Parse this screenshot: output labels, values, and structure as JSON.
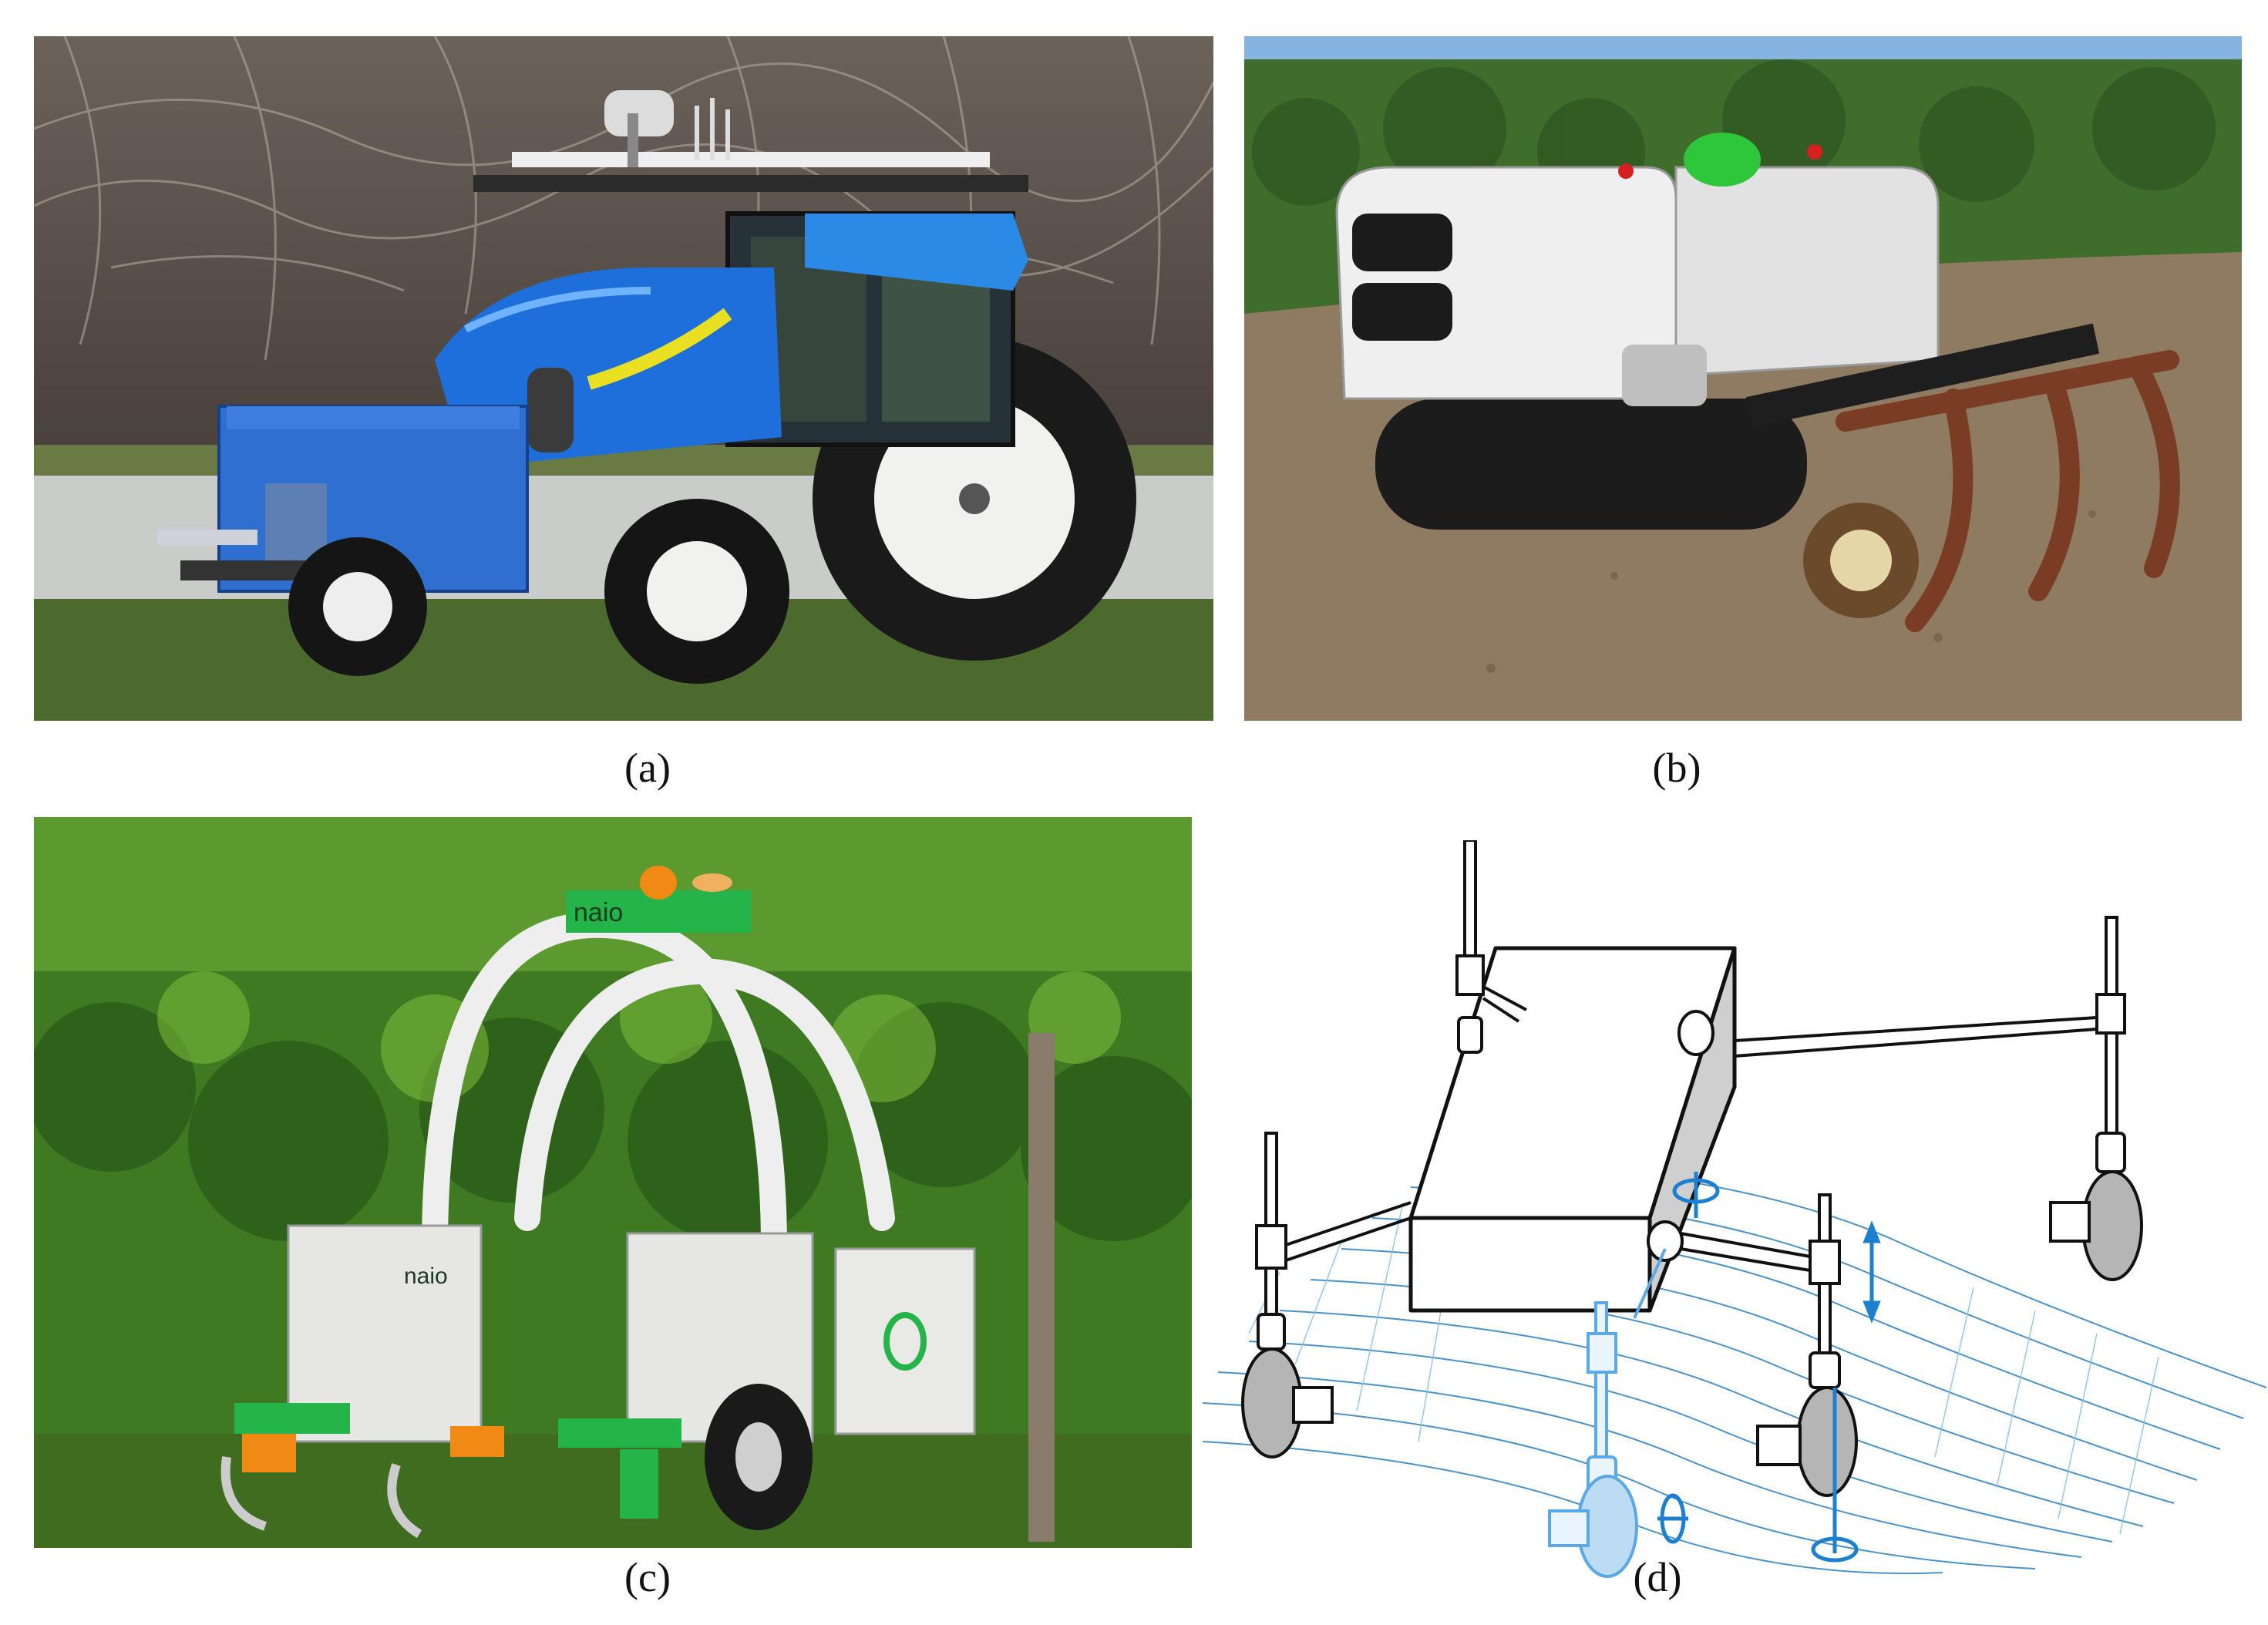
{
  "figure": {
    "panels": [
      {
        "id": "a",
        "caption": "(a)",
        "subject": "robotized tractor",
        "description": "Blue compact tractor fitted with a roof-mounted sensor rack and antennas, rear blue equipment box, parked on a road in front of bare hedge branches",
        "colors": {
          "body": "#1e6fd9",
          "box": "#2f6fcf",
          "tire": "#1a1a1a",
          "rim": "#f2f2f2",
          "background": "#5a514a"
        }
      },
      {
        "id": "b",
        "caption": "(b)",
        "subject": "tracked autonomous robot with tillage implement",
        "description": "White tracked robot with green dome beacon and red emergency stop buttons, pulling a rusty cultivator tool across bare soil beside conifer nursery rows",
        "colors": {
          "body": "#eeeeee",
          "dome": "#2ec63a",
          "soil": "#8a7259",
          "implement": "#7a3c22",
          "foliage": "#3f6e2c"
        }
      },
      {
        "id": "c",
        "caption": "(c)",
        "subject": "straddle vineyard robot",
        "brand_text": "naio",
        "description": "White and green Naio straddle robot with arched tube frame, orange beacon and GNSS antenna, straddling a vine row with green/orange weeding tools",
        "colors": {
          "body": "#e6e6e2",
          "accent": "#25b44a",
          "beacon": "#f08a12",
          "foliage": "#3d7a22"
        }
      },
      {
        "id": "d",
        "caption": "(d)",
        "subject": "legged-wheeled robot schematic",
        "description": "Line drawing of a box-shaped chassis with four articulated legs ending in steerable wheels on an undulating terrain grid; one leg shown in light blue in an alternate pose with rotation and vertical-translation arrows",
        "colors": {
          "line": "#111111",
          "shade": "#cfcfcf",
          "grid": "#2a7fc0",
          "grid_light": "#8cc2ea",
          "highlight": "#5aa9e6",
          "arrow": "#1d7fcf"
        }
      }
    ]
  }
}
